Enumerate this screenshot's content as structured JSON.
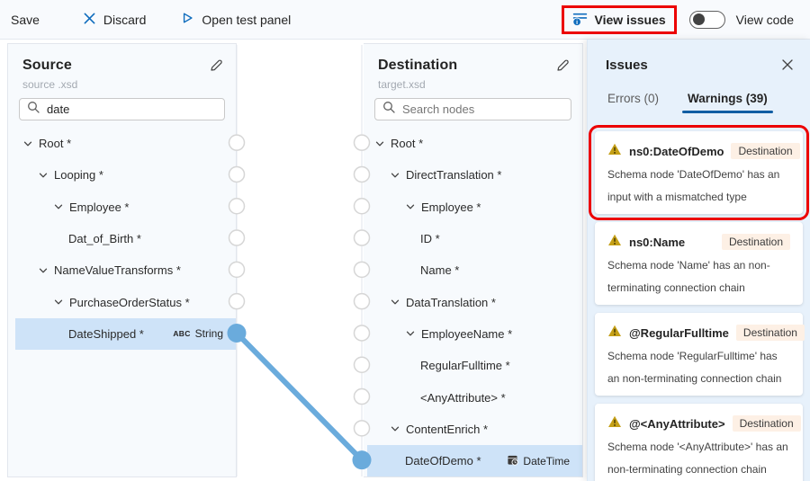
{
  "colors": {
    "accent": "#0f6cbd",
    "connection_blue": "#6aabdc",
    "selection_bg": "#cee3f8",
    "warning_gold": "#c5a017",
    "badge_bg": "#fdf0e5",
    "tab_underline": "#115ea3",
    "annotation_red": "#ec0000"
  },
  "toolbar": {
    "save": "Save",
    "discard": "Discard",
    "open_test_panel": "Open test panel",
    "view_issues": "View issues",
    "view_code": "View code"
  },
  "source_panel": {
    "title": "Source",
    "subtitle": "source .xsd",
    "search_value": "date",
    "nodes": [
      {
        "label": "Root *",
        "level": 0,
        "expandable": true
      },
      {
        "label": "Looping *",
        "level": 1,
        "expandable": true
      },
      {
        "label": "Employee *",
        "level": 2,
        "expandable": true
      },
      {
        "label": "Dat_of_Birth *",
        "level": 3,
        "expandable": false
      },
      {
        "label": "NameValueTransforms *",
        "level": 1,
        "expandable": true
      },
      {
        "label": "PurchaseOrderStatus *",
        "level": 2,
        "expandable": true
      },
      {
        "label": "DateShipped *",
        "level": 3,
        "expandable": false,
        "selected": true,
        "connected": true,
        "type_badge": {
          "icon": "abc",
          "icon_text": "ABC",
          "label": "String"
        }
      }
    ]
  },
  "destination_panel": {
    "title": "Destination",
    "subtitle": "target.xsd",
    "search_placeholder": "Search nodes",
    "nodes": [
      {
        "label": "Root *",
        "level": 0,
        "expandable": true
      },
      {
        "label": "DirectTranslation *",
        "level": 1,
        "expandable": true
      },
      {
        "label": "Employee *",
        "level": 2,
        "expandable": true
      },
      {
        "label": "ID *",
        "level": 3,
        "expandable": false
      },
      {
        "label": "Name *",
        "level": 3,
        "expandable": false
      },
      {
        "label": "DataTranslation *",
        "level": 1,
        "expandable": true
      },
      {
        "label": "EmployeeName *",
        "level": 2,
        "expandable": true
      },
      {
        "label": "RegularFulltime *",
        "level": 3,
        "expandable": false
      },
      {
        "label": "<AnyAttribute> *",
        "level": 3,
        "expandable": false
      },
      {
        "label": "ContentEnrich *",
        "level": 1,
        "expandable": true
      },
      {
        "label": "DateOfDemo *",
        "level": 2,
        "expandable": false,
        "selected": true,
        "connected": true,
        "type_badge": {
          "icon": "datetime",
          "label": "DateTime"
        }
      }
    ]
  },
  "issues_panel": {
    "title": "Issues",
    "tabs": [
      {
        "label": "Errors (0)",
        "active": false
      },
      {
        "label": "Warnings (39)",
        "active": true
      }
    ],
    "warnings": [
      {
        "title": "ns0:DateOfDemo",
        "badge": "Destination",
        "message": "Schema node 'DateOfDemo' has an input with a mismatched type",
        "highlighted": true
      },
      {
        "title": "ns0:Name",
        "badge": "Destination",
        "message": "Schema node 'Name' has an non-terminating connection chain"
      },
      {
        "title": "@RegularFulltime",
        "badge": "Destination",
        "message": "Schema node 'RegularFulltime' has an non-terminating connection chain"
      },
      {
        "title": "@<AnyAttribute>",
        "badge": "Destination",
        "message": "Schema node '<AnyAttribute>' has an non-terminating connection chain"
      }
    ]
  }
}
